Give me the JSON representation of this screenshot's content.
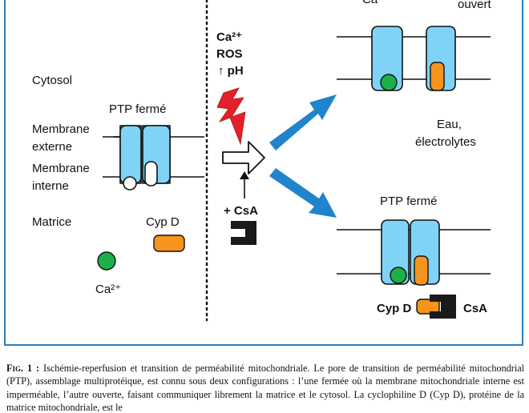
{
  "labels": {
    "ca_top_partial": "Ca",
    "ouvert_partial": "ouvert",
    "trigger_ca": "Ca²⁺",
    "trigger_ros": "ROS",
    "trigger_ph": "↑ pH",
    "cytosol": "Cytosol",
    "ptp_ferme_left": "PTP fermé",
    "membrane_externe_1": "Membrane",
    "membrane_externe_2": "externe",
    "membrane_interne_1": "Membrane",
    "membrane_interne_2": "interne",
    "matrice": "Matrice",
    "cyp_d_left": "Cyp D",
    "ca_left": "Ca²⁺",
    "csa_plus": "+ CsA",
    "eau_1": "Eau,",
    "eau_2": "électrolytes",
    "ptp_ferme_right": "PTP fermé",
    "cyp_d_right": "Cyp D",
    "csa_right": "CsA"
  },
  "caption": {
    "label": "Fig. 1 :",
    "text": " Ischémie-reperfusion et transition de perméabilité mitochondriale. Le pore de transition de perméabilité mitochondrial (PTP), assemblage multiprotéique, est connu sous deux configurations : l’une fermée où la membrane mitochondriale interne est imperméable, l’autre ouverte, faisant communiquer librement la matrice et le cytosol. La cyclophiline D (Cyp D), protéine de la matrice mitochondriale, est le"
  },
  "colors": {
    "frame": "#2a7fc0",
    "channel": "#7fd3f7",
    "arrow": "#1f84cc",
    "calcium": "#1bb04a",
    "cyclophilin": "#f7941d",
    "lightning": "#e3202a",
    "csa": "#1a1a1a"
  },
  "icons": [
    "lightning-bolt-icon",
    "outline-arrow-icon",
    "csa-bracket-icon"
  ]
}
